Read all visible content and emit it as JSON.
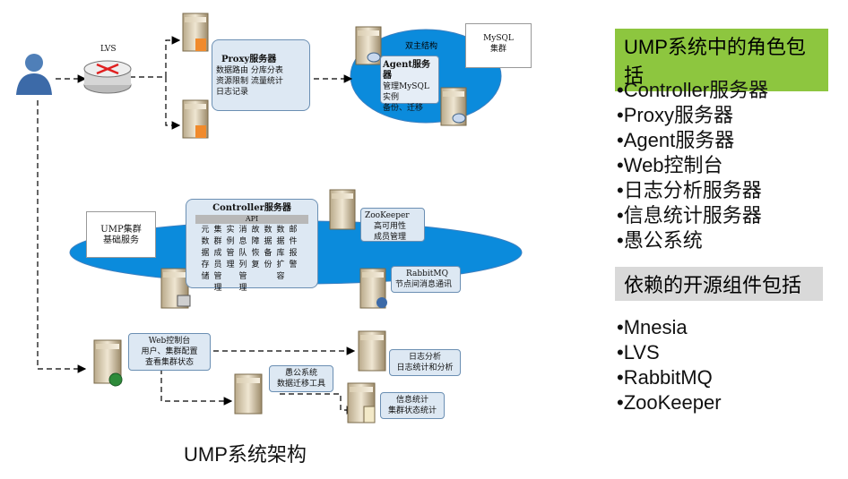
{
  "diagram": {
    "lvs": "LVS",
    "proxy": {
      "title": "Proxy服务器",
      "lines": [
        "数据路由 分库分表",
        "资源限制 流量统计",
        "日志记录"
      ]
    },
    "agent": {
      "heading": "双主结构",
      "title": "Agent服务器",
      "lines": [
        "管理MySQL实例",
        "备份、迁移"
      ]
    },
    "mysql": {
      "line1": "MySQL",
      "line2": "集群"
    },
    "ump_basic": {
      "line1": "UMP集群",
      "line2": "基础服务"
    },
    "controller": {
      "title": "Controller服务器",
      "api": "API",
      "columns": [
        "元数据存储",
        "集群成员管理",
        "实例管理",
        "消息队列管理",
        "故障恢复",
        "数据备份",
        "数据库扩容",
        "邮件报警"
      ]
    },
    "zookeeper": {
      "title": "ZooKeeper",
      "lines": [
        "高可用性",
        "成员管理"
      ]
    },
    "rabbitmq": {
      "title": "RabbitMQ",
      "lines": [
        "节点间消息通讯"
      ]
    },
    "web": {
      "title": "Web控制台",
      "lines": [
        "用户、集群配置",
        "查看集群状态"
      ]
    },
    "log": {
      "title": "日志分析",
      "lines": [
        "日志统计和分析"
      ]
    },
    "yugong": {
      "title": "愚公系统",
      "lines": [
        "数据迁移工具"
      ]
    },
    "stats": {
      "title": "信息统计",
      "lines": [
        "集群状态统计"
      ]
    },
    "caption": "UMP系统架构"
  },
  "roles": {
    "title": "UMP系统中的角色包括",
    "title_bg": "#8dc63f",
    "items": [
      "•Controller服务器",
      "•Proxy服务器",
      "•Agent服务器",
      "•Web控制台",
      "•日志分析服务器",
      "•信息统计服务器",
      "•愚公系统"
    ]
  },
  "deps": {
    "title": "依赖的开源组件包括",
    "title_bg": "#d9d9d9",
    "items": [
      "•Mnesia",
      "•LVS",
      "•RabbitMQ",
      "•ZooKeeper"
    ]
  }
}
